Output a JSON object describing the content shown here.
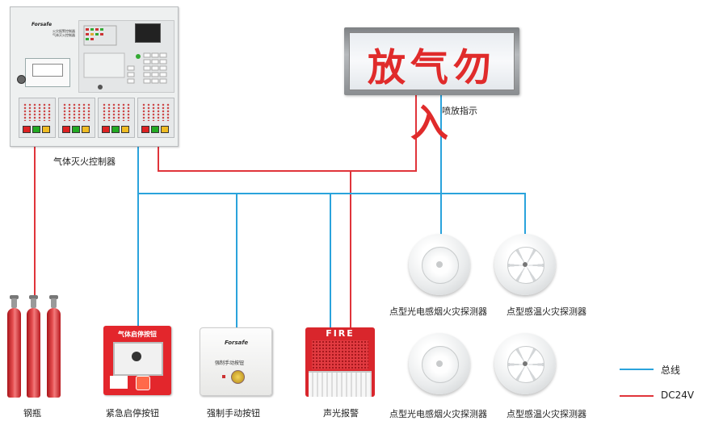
{
  "display_sign": {
    "text": "放气勿入",
    "caption": "喷放指示"
  },
  "controller": {
    "label": "气体灭火控制器",
    "brand": "Forsafe",
    "panel_text": [
      "火灾报警控制器",
      "气体灭火控制器"
    ]
  },
  "devices": {
    "cylinder_label": "钢瓶",
    "emergency_button": {
      "label": "紧急启停按钮",
      "panel_title": "气体启停按钮"
    },
    "manual_button": {
      "label": "强制手动按钮",
      "brand": "Forsafe",
      "panel_text": "强制手动按钮"
    },
    "sound_light_alarm": {
      "label": "声光报警",
      "panel_text": "FIRE"
    },
    "detectors": [
      {
        "label": "点型光电感烟火灾探测器",
        "kind": "smoke"
      },
      {
        "label": "点型感温火灾探测器",
        "kind": "heat"
      },
      {
        "label": "点型光电感烟火灾探测器",
        "kind": "smoke"
      },
      {
        "label": "点型感温火灾探测器",
        "kind": "heat"
      }
    ]
  },
  "legend": [
    {
      "label": "总线",
      "color": "#2aa3dc"
    },
    {
      "label": "DC24V",
      "color": "#e0343a"
    }
  ],
  "colors": {
    "bus": "#2aa3dc",
    "dc24v": "#e0343a"
  }
}
